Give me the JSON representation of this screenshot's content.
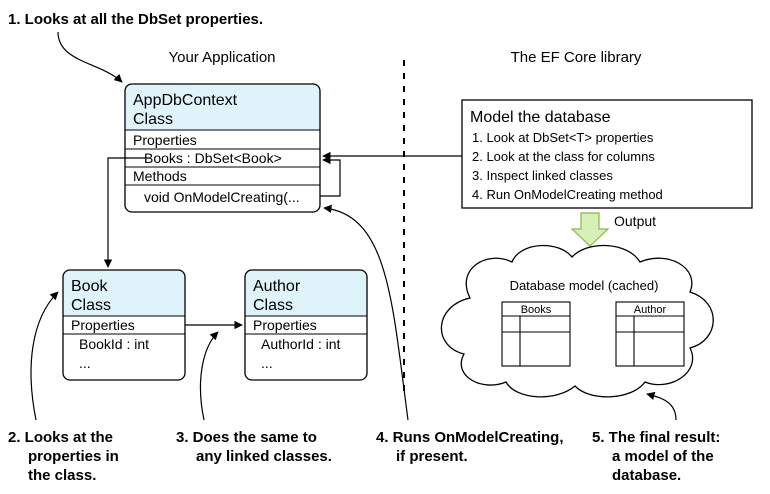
{
  "colors": {
    "class_header": "#dff3fb",
    "output_arrow_fill": "#d6f0b8",
    "output_arrow_stroke": "#86b84a",
    "line": "#000000"
  },
  "annotations": {
    "step1": "1. Looks at all the DbSet properties.",
    "step2": [
      "2. Looks at the",
      "properties in",
      "the class."
    ],
    "step3": [
      "3. Does the same to",
      "any linked classes."
    ],
    "step4": [
      "4. Runs OnModelCreating,",
      "if present."
    ],
    "step5": [
      "5. The final result:",
      "a model of the",
      "database."
    ]
  },
  "headings": {
    "your_application": "Your Application",
    "ef_core_library": "The EF Core library"
  },
  "appdbcontext": {
    "title": [
      "AppDbContext",
      "Class"
    ],
    "properties_label": "Properties",
    "property": "Books : DbSet<Book>",
    "methods_label": "Methods",
    "method": "void OnModelCreating(..."
  },
  "book": {
    "title": [
      "Book",
      "Class"
    ],
    "properties_label": "Properties",
    "property": "BookId : int",
    "more": "..."
  },
  "author": {
    "title": [
      "Author",
      "Class"
    ],
    "properties_label": "Properties",
    "property": "AuthorId : int",
    "more": "..."
  },
  "model_box": {
    "title": "Model the database",
    "steps": [
      "1. Look at DbSet<T> properties",
      "2. Look at the class for columns",
      "3. Inspect linked classes",
      "4. Run OnModelCreating method"
    ]
  },
  "output_label": "Output",
  "database_model": {
    "title": "Database model (cached)",
    "tables": [
      "Books",
      "Author"
    ]
  }
}
